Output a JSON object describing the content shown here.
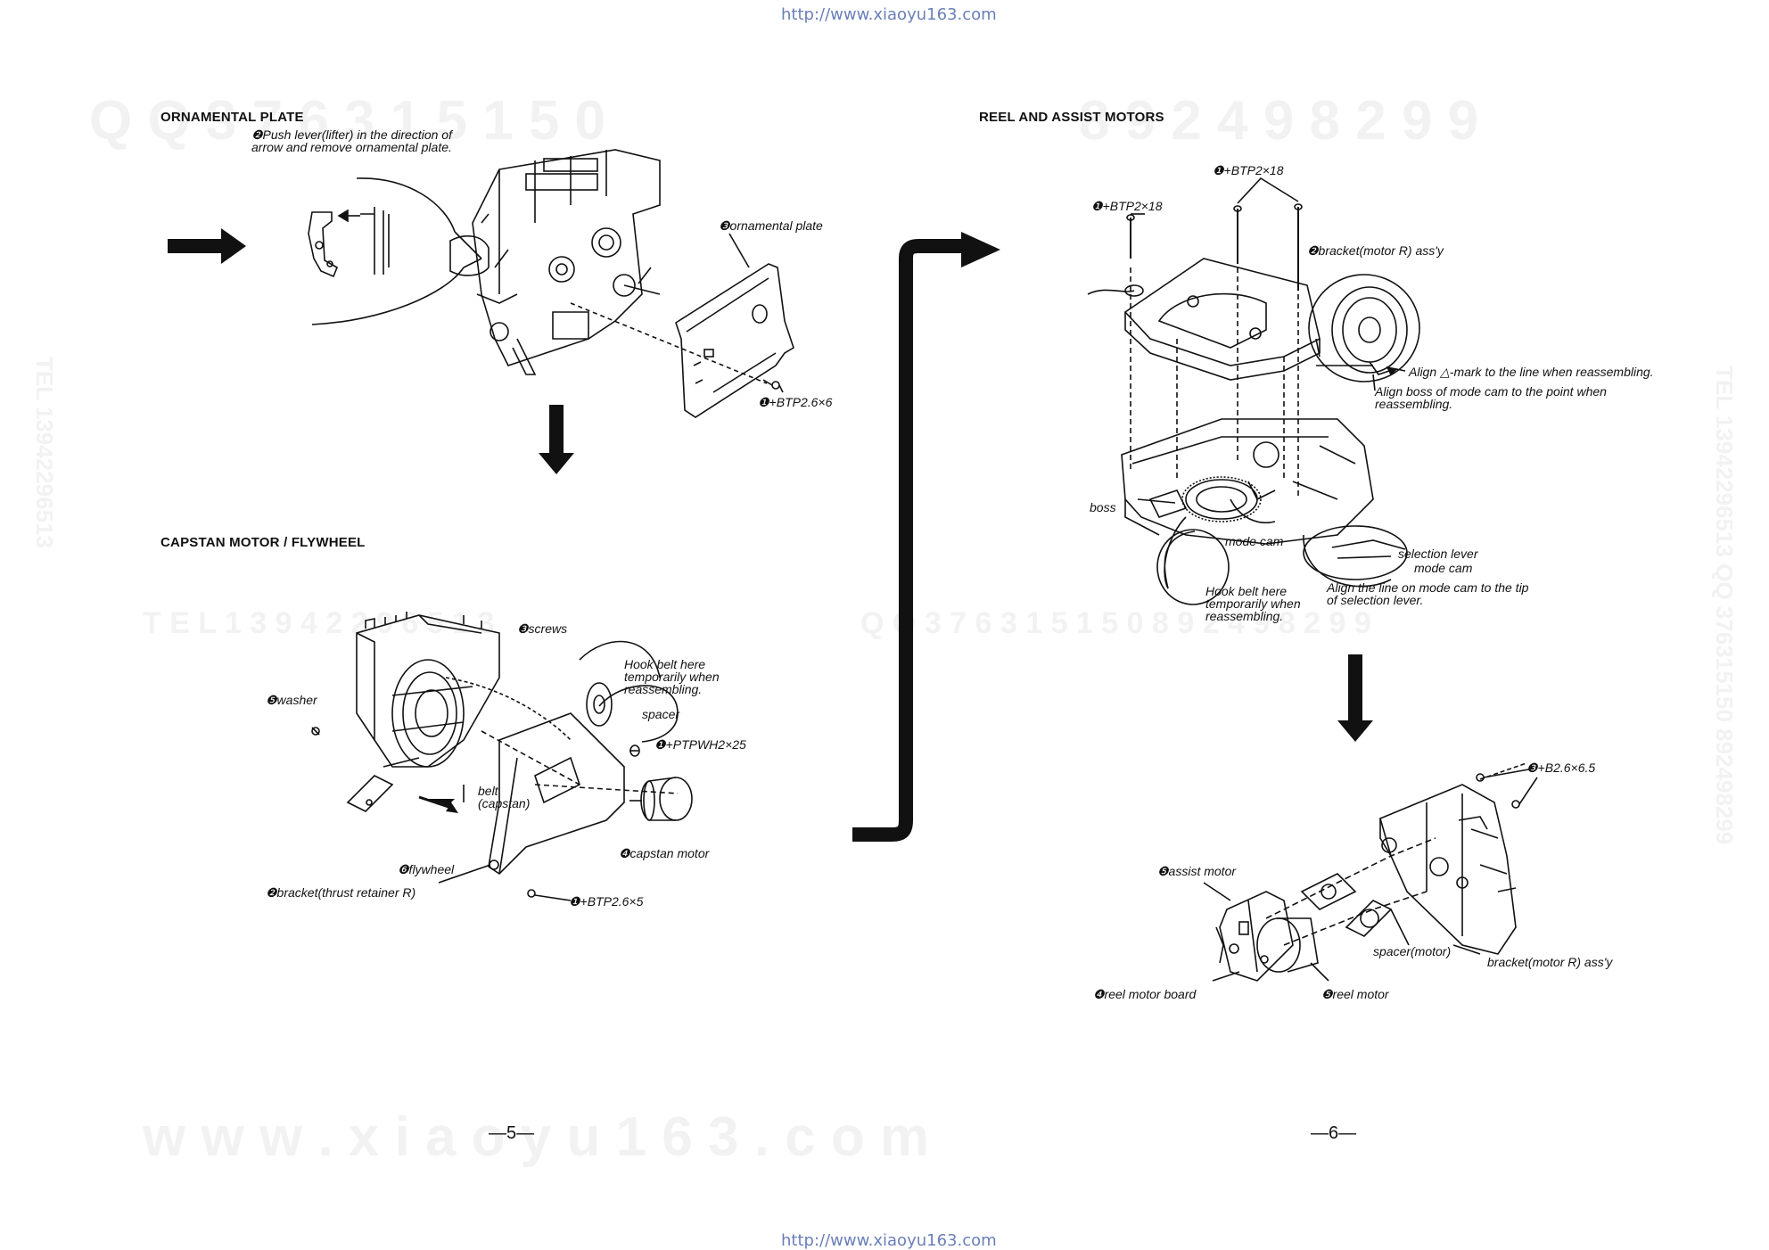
{
  "header": {
    "url": "http://www.xiaoyu163.com"
  },
  "footer": {
    "url": "http://www.xiaoyu163.com"
  },
  "watermarks": {
    "left_top": "Q Q   3 7 6 3 1 5 1 5 0",
    "right_top": "8 9 2 4 9 8 2 9 9",
    "left_mid": "T E L   1 3 9 4 2 2 9 6 5 1 3",
    "right_mid": "Q Q   3 7 6 3 1 5 1 5 0   8 9 2 4 9 8 2 9 9",
    "bottom": "w w w . x i a o y u 1 6 3 . c o m",
    "vertical_left": "TEL 13942296513",
    "vertical_right": "TEL 13942296513 QQ 376315150 892498299"
  },
  "sections": {
    "ornamental_plate": {
      "title": "ORNAMENTAL PLATE",
      "step2": "❷Push lever(lifter) in the direction of arrow and remove ornamental plate.",
      "step3": "❸ornamental plate",
      "step1": "❶+BTP2.6×6"
    },
    "capstan": {
      "title": "CAPSTAN MOTOR / FLYWHEEL",
      "screws": "❸screws",
      "hook_belt": "Hook belt here temporarily when reassembling.",
      "spacer": "spacer",
      "ptpwh": "❶+PTPWH2×25",
      "washer": "❺washer",
      "belt": "belt (capstan)",
      "capstan_motor": "❹capstan motor",
      "flywheel": "❻flywheel",
      "bracket": "❷bracket(thrust retainer R)",
      "btp": "❶+BTP2.6×5"
    },
    "reel_assist": {
      "title": "REEL AND ASSIST MOTORS",
      "btp_a": "❶+BTP2×18",
      "btp_b": "❶+BTP2×18",
      "bracket": "❷bracket(motor R) ass'y",
      "align_mark": "Align △-mark to the line when reassembling.",
      "align_boss": "Align boss of mode cam to the point when reassembling.",
      "boss": "boss",
      "mode_cam": "mode cam",
      "selection_lever": "selection lever",
      "mode_cam2": "mode cam",
      "hook_belt": "Hook belt here temporarily when reassembling.",
      "align_line": "Align the line on mode cam to the tip of selection lever.",
      "b26": "❸+B2.6×6.5",
      "assist_motor": "❺assist motor",
      "spacer_motor": "spacer(motor)",
      "bracket_r": "bracket(motor R) ass'y",
      "reel_board": "❹reel motor board",
      "reel_motor": "❺reel motor"
    }
  },
  "pages": {
    "left": "—5—",
    "right": "—6—"
  }
}
